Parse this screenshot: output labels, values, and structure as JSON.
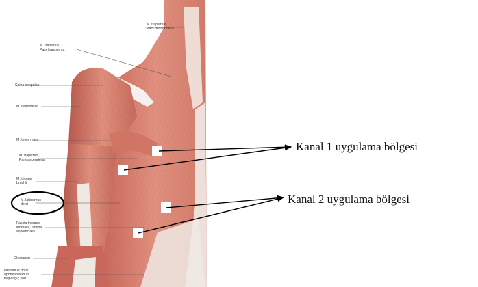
{
  "labels": {
    "trapezius_descendens": [
      "M. trapezius,",
      "Pars descendens"
    ],
    "trapezius_transversa": [
      "M. trapezius,",
      "Pars transversa"
    ],
    "spina_scapulae": [
      "Spina scapulae"
    ],
    "deltoideus": [
      "M. deltoideus"
    ],
    "teres_major": [
      "M. teres major"
    ],
    "trapezius_ascendens": [
      "M. trapezius,",
      "Pars ascendens"
    ],
    "triceps_brachii": [
      "M. triceps",
      "brachii"
    ],
    "latissimus_dorsi": [
      "M. latissimus",
      "dorsi"
    ],
    "fascia_thoracolumbalis": [
      "Fascia thoraco-",
      "lumbalis, lamina",
      "superficialis"
    ],
    "olecranon": [
      "Olecranon"
    ],
    "aponeurosis": [
      "latissimus dorsi",
      "aponeurosunun",
      "başlangıç yeri"
    ]
  },
  "channels": {
    "kanal1": "Kanal 1 uygulama bölgesi",
    "kanal2": "Kanal 2 uygulama bölgesi"
  },
  "colors": {
    "muscle": "#dd8a78",
    "muscle_dark": "#b8564a",
    "tendon": "#eeeae6",
    "arrow": "#000000",
    "electrode": "#ffffff"
  }
}
